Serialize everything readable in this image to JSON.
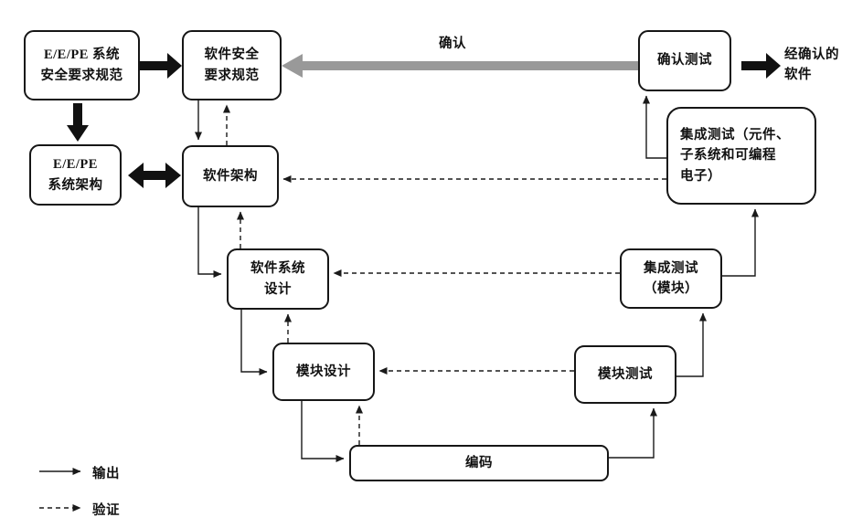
{
  "nodes": {
    "eepe_srs": {
      "label": "E/E/PE 系统\n安全要求规范"
    },
    "eepe_arch": {
      "label": "E/E/PE\n系统架构"
    },
    "sw_srs": {
      "label": "软件安全\n要求规范"
    },
    "sw_arch": {
      "label": "软件架构"
    },
    "sw_sys_design": {
      "label": "软件系统\n设计"
    },
    "module_design": {
      "label": "模块设计"
    },
    "coding": {
      "label": "编码"
    },
    "module_testing": {
      "label": "模块测试"
    },
    "integration_testing_module": {
      "label": "集成测试\n（模块）"
    },
    "integration_testing_pe": {
      "label": "集成测试（元件、\n子系统和可编程\n电子）"
    },
    "validation_testing": {
      "label": "确认测试"
    },
    "validated_software": {
      "label": "经确认的\n软件"
    }
  },
  "annotations": {
    "validation_arrow_label": "确认"
  },
  "legend": {
    "output": "输出",
    "verification": "验证"
  },
  "colors": {
    "line": "#1a1a1a",
    "thick_arrow": "#111111",
    "validation_arrow": "#999999",
    "background": "#ffffff"
  }
}
